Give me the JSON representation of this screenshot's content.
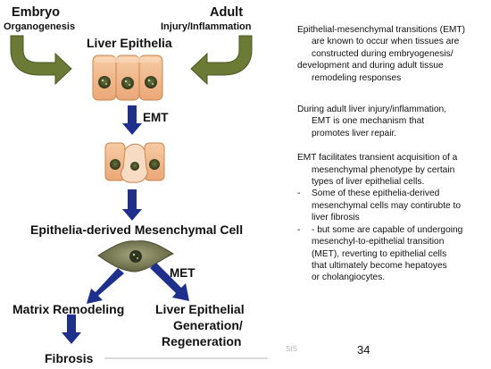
{
  "diagram": {
    "embryo_title": "Embryo",
    "embryo_sub": "Organogenesis",
    "adult_title": "Adult",
    "adult_sub": "Injury/Inflammation",
    "liver_epithelia": "Liver Epithelia",
    "emt_label": "EMT",
    "mesenchymal_cell": "Epithelia-derived Mesenchymal Cell",
    "met_label": "MET",
    "matrix_remodeling": "Matrix Remodeling",
    "liver_gen_1": "Liver Epithelial",
    "liver_gen_2": "Generation/",
    "liver_gen_3": "Regeneration",
    "fibrosis": "Fibrosis",
    "footer_fragment": "SIS",
    "page_number": "34"
  },
  "text": {
    "p1_l1": "Epithelial-mesenchymal transitions (EMT)",
    "p1_l2": "are known to occur when tissues are",
    "p1_l3": "constructed during embryogenesis/",
    "p1_l4": "development and during adult tissue",
    "p1_l5": "remodeling responses",
    "p2_l1": "During adult liver injury/inflammation,",
    "p2_l2": "EMT is one mechanism that",
    "p2_l3": "promotes liver repair.",
    "p3_l1": "EMT facilitates transient acquisition of a",
    "p3_l2": "mesenchymal phenotype by certain",
    "p3_l3": "types of liver epithelial cells.",
    "b1_dash": "-",
    "b1_l1": "Some of these epithelia-derived",
    "b1_l2": "mesenchymal cells may contirubte to",
    "b1_l3": "liver fibrosis",
    "b2_dash": "-",
    "b2_l1": "- but some are capable of undergoing",
    "b2_l2": "mesenchyl-to-epithelial transition",
    "b2_l3": "(MET), reverting to epithelial cells",
    "b2_l4": "that ultimately become hepatoyes",
    "b2_l5": "or cholangiocytes."
  },
  "colors": {
    "olive_arrow": "#6b7a34",
    "navy_arrow": "#1f2f8c",
    "cell_fill": "#f1b68a",
    "nucleus": "#3c4424",
    "mesenchymal_cell": "#7a7d57"
  }
}
